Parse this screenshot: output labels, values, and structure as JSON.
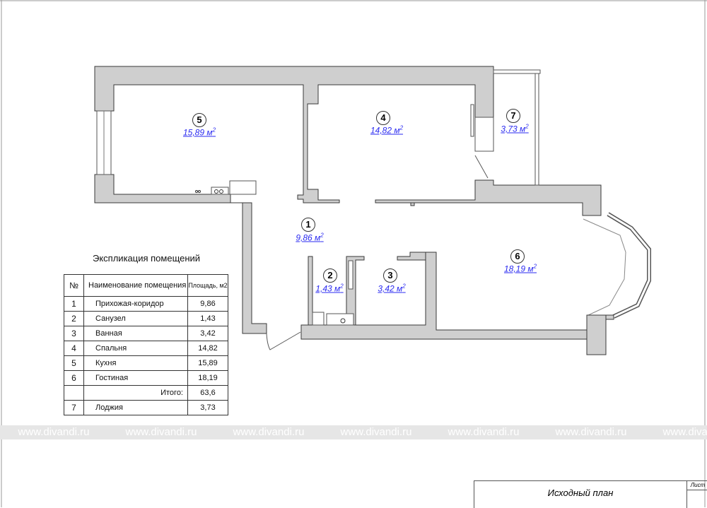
{
  "rooms": [
    {
      "num": "5",
      "area": "15,89 м",
      "sup": "2"
    },
    {
      "num": "4",
      "area": "14,82 м",
      "sup": "2"
    },
    {
      "num": "7",
      "area": "3,73 м",
      "sup": "2"
    },
    {
      "num": "1",
      "area": "9,86 м",
      "sup": "2"
    },
    {
      "num": "2",
      "area": "1,43 м",
      "sup": "2"
    },
    {
      "num": "3",
      "area": "3,42 м",
      "sup": "2"
    },
    {
      "num": "6",
      "area": "18,19 м",
      "sup": "2"
    }
  ],
  "explication": {
    "title": "Экспликация помещений",
    "headers": {
      "num": "№",
      "name": "Наименование помещения",
      "area": "Площадь, м2"
    },
    "rows": [
      {
        "num": "1",
        "name": "Прихожая-коридор",
        "area": "9,86"
      },
      {
        "num": "2",
        "name": "Санузел",
        "area": "1,43"
      },
      {
        "num": "3",
        "name": "Ванная",
        "area": "3,42"
      },
      {
        "num": "4",
        "name": "Спальня",
        "area": "14,82"
      },
      {
        "num": "5",
        "name": "Кухня",
        "area": "15,89"
      },
      {
        "num": "6",
        "name": "Гостиная",
        "area": "18,19"
      }
    ],
    "total_label": "Итого:",
    "total_value": "63,6",
    "extra": {
      "num": "7",
      "name": "Лоджия",
      "area": "3,73"
    }
  },
  "watermark": "www.divandi.ru",
  "title_block": {
    "title": "Исходный план",
    "sheet_label": "Лист"
  },
  "colors": {
    "wall": "#cfcfcf",
    "area_text": "#2a2af0",
    "watermark_band": "#e6e6e6"
  }
}
